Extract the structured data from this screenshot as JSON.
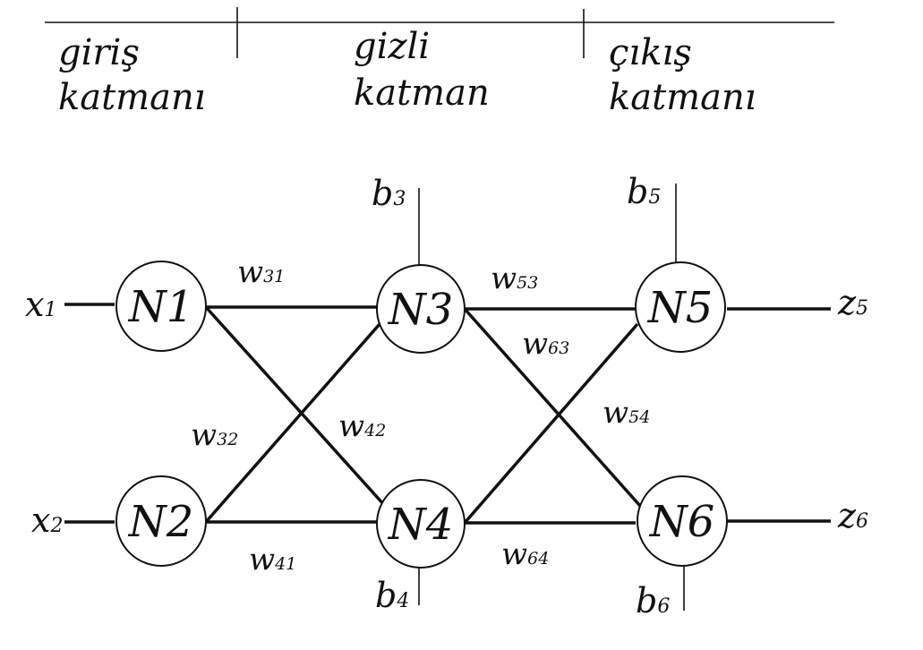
{
  "layers": {
    "input": {
      "line1": "giriş",
      "line2": "katmanı"
    },
    "hidden": {
      "line1": "gizli",
      "line2": "katman"
    },
    "output": {
      "line1": "çıkış",
      "line2": "katmanı"
    }
  },
  "nodes": {
    "n1": "N1",
    "n2": "N2",
    "n3": "N3",
    "n4": "N4",
    "n5": "N5",
    "n6": "N6"
  },
  "inputs": {
    "x1": {
      "base": "x",
      "sub": "1"
    },
    "x2": {
      "base": "x",
      "sub": "2"
    }
  },
  "outputs": {
    "z5": {
      "base": "z",
      "sub": "5"
    },
    "z6": {
      "base": "z",
      "sub": "6"
    }
  },
  "biases": {
    "b3": {
      "base": "b",
      "sub": "3"
    },
    "b4": {
      "base": "b",
      "sub": "4"
    },
    "b5": {
      "base": "b",
      "sub": "5"
    },
    "b6": {
      "base": "b",
      "sub": "6"
    }
  },
  "weights": {
    "w31": {
      "base": "w",
      "sub": "31"
    },
    "w32": {
      "base": "w",
      "sub": "32"
    },
    "w41": {
      "base": "w",
      "sub": "41"
    },
    "w42": {
      "base": "w",
      "sub": "42"
    },
    "w53": {
      "base": "w",
      "sub": "53"
    },
    "w54": {
      "base": "w",
      "sub": "54"
    },
    "w63": {
      "base": "w",
      "sub": "63"
    },
    "w64": {
      "base": "w",
      "sub": "64"
    }
  }
}
